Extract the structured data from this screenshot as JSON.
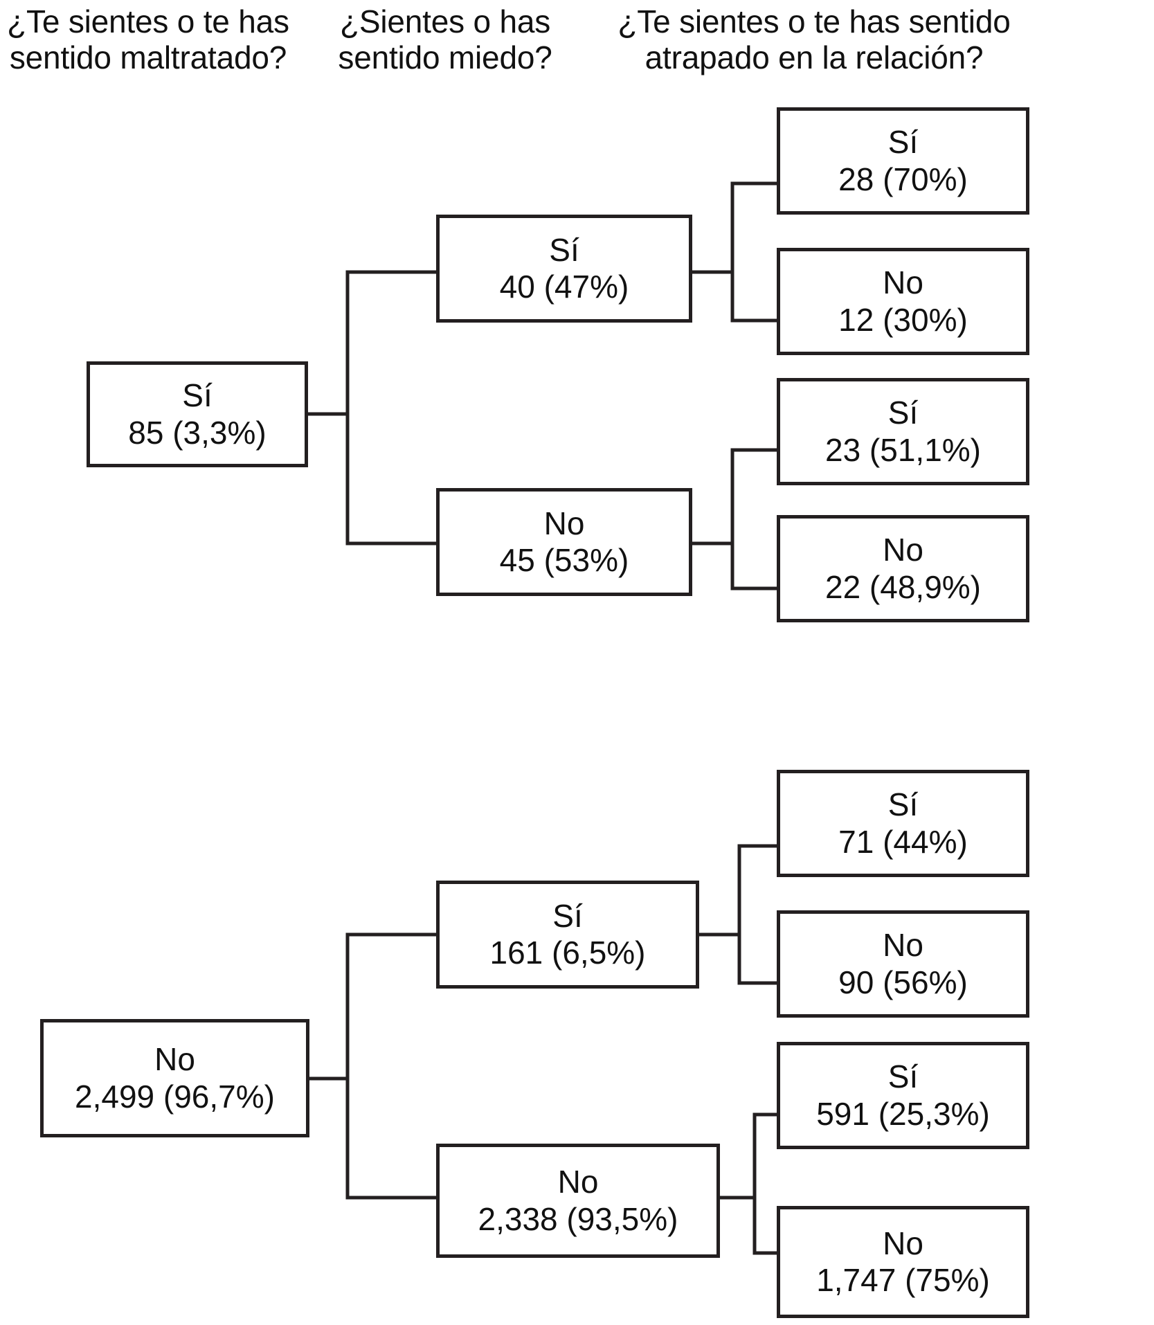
{
  "figure": {
    "type": "decision-tree",
    "title": "",
    "headers": [
      {
        "id": "q1",
        "text": "¿Te sientes o te has sentido maltratado?"
      },
      {
        "id": "q2",
        "text": "¿Sientes o has sentido miedo?"
      },
      {
        "id": "q3",
        "text": "¿Te sientes o te has sentido atrapado en la relación?"
      }
    ]
  },
  "trees": [
    {
      "id": "tree-si",
      "root": {
        "label": "Sí",
        "value": "85 (3,3%)"
      },
      "children": [
        {
          "id": "si-si",
          "label": "Sí",
          "value": "40 (47%)",
          "leaves": [
            {
              "label": "Sí",
              "value": "28 (70%)"
            },
            {
              "label": "No",
              "value": "12 (30%)"
            }
          ]
        },
        {
          "id": "si-no",
          "label": "No",
          "value": "45 (53%)",
          "leaves": [
            {
              "label": "Sí",
              "value": "23 (51,1%)"
            },
            {
              "label": "No",
              "value": "22 (48,9%)"
            }
          ]
        }
      ]
    },
    {
      "id": "tree-no",
      "root": {
        "label": "No",
        "value": "2,499 (96,7%)"
      },
      "children": [
        {
          "id": "no-si",
          "label": "Sí",
          "value": "161 (6,5%)",
          "leaves": [
            {
              "label": "Sí",
              "value": "71 (44%)"
            },
            {
              "label": "No",
              "value": "90 (56%)"
            }
          ]
        },
        {
          "id": "no-no",
          "label": "No",
          "value": "2,338 (93,5%)",
          "leaves": [
            {
              "label": "Sí",
              "value": "591 (25,3%)"
            },
            {
              "label": "No",
              "value": "1,747 (75%)"
            }
          ]
        }
      ]
    }
  ],
  "chart_data": {
    "type": "tree",
    "title": "",
    "levels": [
      "¿Te sientes o te has sentido maltratado?",
      "¿Sientes o has sentido miedo?",
      "¿Te sientes o te has sentido atrapado en la relación?"
    ],
    "nodes": [
      {
        "path": [
          "Sí"
        ],
        "label": "Sí",
        "count": 85,
        "percent": 3.3,
        "text": "85 (3,3%)"
      },
      {
        "path": [
          "Sí",
          "Sí"
        ],
        "label": "Sí",
        "count": 40,
        "percent": 47,
        "text": "40 (47%)"
      },
      {
        "path": [
          "Sí",
          "Sí",
          "Sí"
        ],
        "label": "Sí",
        "count": 28,
        "percent": 70,
        "text": "28 (70%)"
      },
      {
        "path": [
          "Sí",
          "Sí",
          "No"
        ],
        "label": "No",
        "count": 12,
        "percent": 30,
        "text": "12 (30%)"
      },
      {
        "path": [
          "Sí",
          "No"
        ],
        "label": "No",
        "count": 45,
        "percent": 53,
        "text": "45 (53%)"
      },
      {
        "path": [
          "Sí",
          "No",
          "Sí"
        ],
        "label": "Sí",
        "count": 23,
        "percent": 51.1,
        "text": "23 (51,1%)"
      },
      {
        "path": [
          "Sí",
          "No",
          "No"
        ],
        "label": "No",
        "count": 22,
        "percent": 48.9,
        "text": "22 (48,9%)"
      },
      {
        "path": [
          "No"
        ],
        "label": "No",
        "count": 2499,
        "percent": 96.7,
        "text": "2,499 (96,7%)"
      },
      {
        "path": [
          "No",
          "Sí"
        ],
        "label": "Sí",
        "count": 161,
        "percent": 6.5,
        "text": "161 (6,5%)"
      },
      {
        "path": [
          "No",
          "Sí",
          "Sí"
        ],
        "label": "Sí",
        "count": 71,
        "percent": 44,
        "text": "71 (44%)"
      },
      {
        "path": [
          "No",
          "Sí",
          "No"
        ],
        "label": "No",
        "count": 90,
        "percent": 56,
        "text": "90 (56%)"
      },
      {
        "path": [
          "No",
          "No"
        ],
        "label": "No",
        "count": 2338,
        "percent": 93.5,
        "text": "2,338 (93,5%)"
      },
      {
        "path": [
          "No",
          "No",
          "Sí"
        ],
        "label": "Sí",
        "count": 591,
        "percent": 25.3,
        "text": "591 (25,3%)"
      },
      {
        "path": [
          "No",
          "No",
          "No"
        ],
        "label": "No",
        "count": 1747,
        "percent": 75,
        "text": "1,747 (75%)"
      }
    ]
  },
  "colors": {
    "background": "#ffffff",
    "box_border": "#231f20",
    "connector": "#231f20",
    "text": "#111111"
  }
}
